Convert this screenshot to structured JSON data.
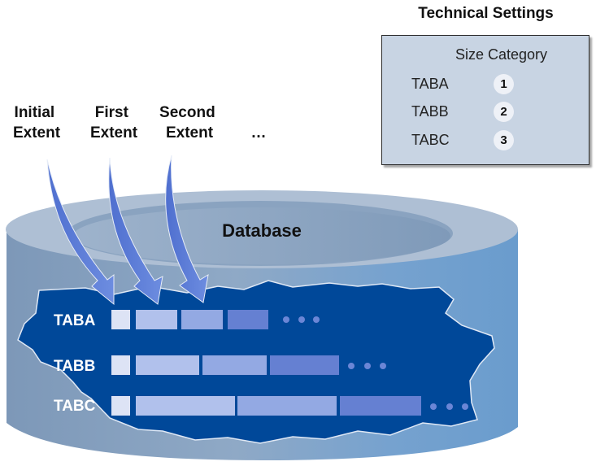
{
  "technical_settings": {
    "title": "Technical Settings",
    "header": "Size Category",
    "rows": [
      {
        "table": "TABA",
        "size_category": "1"
      },
      {
        "table": "TABB",
        "size_category": "2"
      },
      {
        "table": "TABC",
        "size_category": "3"
      }
    ]
  },
  "extent_labels": [
    {
      "line1": "Initial",
      "line2": "Extent"
    },
    {
      "line1": "First",
      "line2": "Extent"
    },
    {
      "line1": "Second",
      "line2": "Extent"
    }
  ],
  "more_extents_label": "…",
  "database_label": "Database",
  "tables": [
    {
      "name": "TABA",
      "extents": 4,
      "continuation": "• • •"
    },
    {
      "name": "TABB",
      "extents": 4,
      "continuation": "• • •"
    },
    {
      "name": "TABC",
      "extents": 4,
      "continuation": "• • •"
    }
  ],
  "colors": {
    "cylinder_top": "#aebfd4",
    "cylinder_inner": "#8ea6c2",
    "cylinder_side_left": "#7f9cbd",
    "cylinder_side_right": "#6fa0cf",
    "storage_area": "#004899",
    "arrow": "#5b7fd6",
    "extent_initial": "#dde3f5",
    "extent_1": "#b1c1ec",
    "extent_2": "#93a9e3",
    "extent_3": "#6580d2",
    "dots": "#6b86d6",
    "settings_box": "#c8d4e3"
  }
}
